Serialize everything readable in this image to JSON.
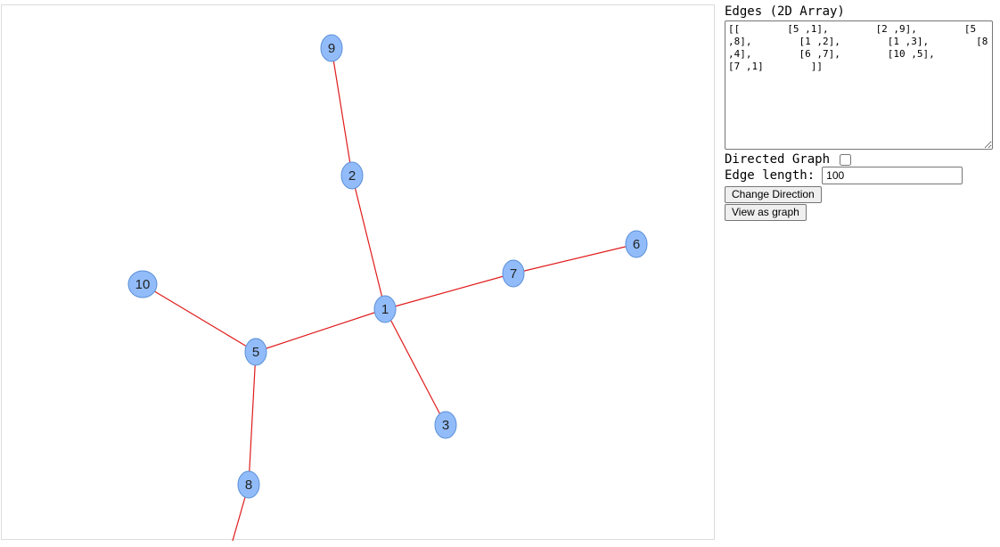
{
  "graph": {
    "nodes": [
      {
        "id": "1",
        "label": "1"
      },
      {
        "id": "2",
        "label": "2"
      },
      {
        "id": "3",
        "label": "3"
      },
      {
        "id": "5",
        "label": "5"
      },
      {
        "id": "6",
        "label": "6"
      },
      {
        "id": "7",
        "label": "7"
      },
      {
        "id": "8",
        "label": "8"
      },
      {
        "id": "9",
        "label": "9"
      },
      {
        "id": "10",
        "label": "10"
      }
    ],
    "edges": [
      [
        "5",
        "1"
      ],
      [
        "2",
        "9"
      ],
      [
        "5",
        "8"
      ],
      [
        "1",
        "2"
      ],
      [
        "1",
        "3"
      ],
      [
        "8",
        "4"
      ],
      [
        "6",
        "7"
      ],
      [
        "10",
        "5"
      ],
      [
        "7",
        "1"
      ]
    ],
    "node_color": "#92bcf9",
    "node_stroke": "#5a8fd8",
    "edge_color": "#e01b1b"
  },
  "panel": {
    "edges_label": "Edges (2D Array)",
    "edges_value": "[[        [5 ,1],        [2 ,9],        [5 ,8],        [1 ,2],        [1 ,3],        [8 ,4],        [6 ,7],        [10 ,5],        [7 ,1]        ]]",
    "directed_label": "Directed Graph",
    "directed_checked": false,
    "edge_length_label": "Edge length:",
    "edge_length_value": "100",
    "change_direction_label": "Change Direction",
    "view_as_graph_label": "View as graph"
  }
}
